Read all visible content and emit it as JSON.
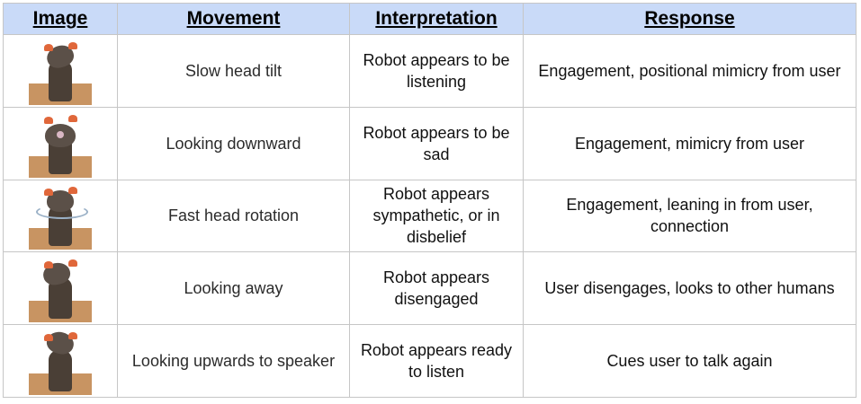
{
  "table": {
    "headers": [
      "Image",
      "Movement",
      "Interpretation",
      "Response"
    ],
    "rows": [
      {
        "image_icon": "robot-slow-head-tilt-photo",
        "movement": "Slow head tilt",
        "interpretation": "Robot appears to be listening",
        "response": "Engagement, positional mimicry from user"
      },
      {
        "image_icon": "robot-looking-downward-photo",
        "movement": "Looking downward",
        "interpretation": "Robot appears to be sad",
        "response": "Engagement, mimicry from user"
      },
      {
        "image_icon": "robot-fast-head-rotation-photo",
        "movement": "Fast head rotation",
        "interpretation": "Robot appears sympathetic, or in disbelief",
        "response": "Engagement, leaning in from user, connection"
      },
      {
        "image_icon": "robot-looking-away-photo",
        "movement": "Looking away",
        "interpretation": "Robot appears disengaged",
        "response": "User disengages, looks to other humans"
      },
      {
        "image_icon": "robot-looking-upwards-photo",
        "movement": "Looking upwards to speaker",
        "interpretation": "Robot appears ready to listen",
        "response": "Cues user to talk again"
      }
    ]
  },
  "colors": {
    "header_bg": "#c9daf8",
    "border": "#c6c6c6",
    "wood": "#c89462",
    "robot_body": "#4a3f36",
    "ear": "#e0673a"
  }
}
